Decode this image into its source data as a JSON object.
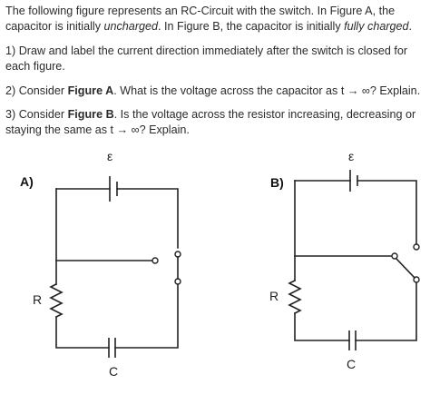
{
  "intro": {
    "part1": "The following figure represents an RC-Circuit with the switch. In Figure A, the capacitor is initially ",
    "uncharged": "uncharged",
    "part2": ". In Figure B, the capacitor is initially ",
    "fully_charged": "fully charged",
    "part3": "."
  },
  "questions": [
    {
      "text": "1) Draw and label the current direction immediately after the switch is closed for each figure."
    },
    {
      "pre": "2) Consider ",
      "bold": "Figure A",
      "post": ". What is the voltage across the capacitor as t → ∞? Explain."
    },
    {
      "pre": "3) Consider ",
      "bold": "Figure B",
      "post": ". Is the voltage across the resistor increasing, decreasing or staying the same as t → ∞? Explain."
    }
  ],
  "figure_a": {
    "panel_label": "A)",
    "emf_label": "ε",
    "resistor_label": "R",
    "capacitor_label": "C"
  },
  "figure_b": {
    "panel_label": "B)",
    "emf_label": "ε",
    "resistor_label": "R",
    "capacitor_label": "C"
  }
}
